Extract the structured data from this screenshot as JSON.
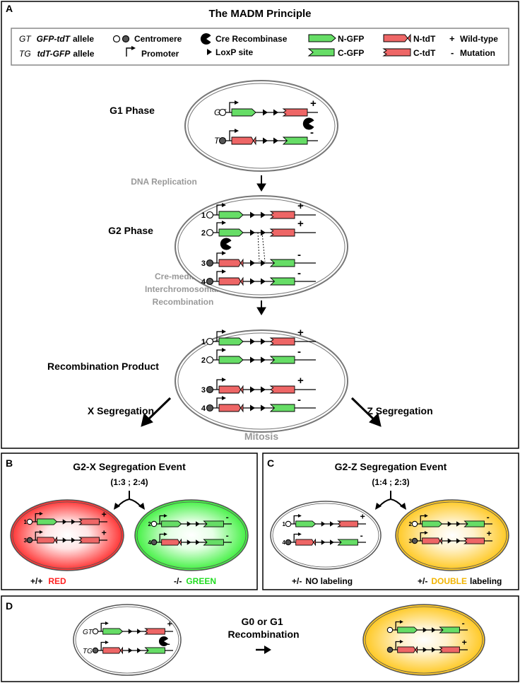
{
  "panels": {
    "a": {
      "letter": "A",
      "title": "The MADM Principle"
    },
    "b": {
      "letter": "B",
      "title": "G2-X Segregation Event",
      "subtitle": "(1:3 ; 2:4)"
    },
    "c": {
      "letter": "C",
      "title": "G2-Z Segregation Event",
      "subtitle": "(1:4 ; 2:3)"
    },
    "d": {
      "letter": "D",
      "label_line1": "G0 or G1",
      "label_line2": "Recombination"
    }
  },
  "legend": {
    "gt_abbr": "GT",
    "gt_name": "GFP-tdT",
    "gt_suffix": "allele",
    "tg_abbr": "TG",
    "tg_name": "tdT-GFP",
    "tg_suffix": "allele",
    "centromere": "Centromere",
    "promoter": "Promoter",
    "cre": "Cre Recombinase",
    "loxp": "LoxP site",
    "ngfp": "N-GFP",
    "cgfp": "C-GFP",
    "ntdt": "N-tdT",
    "ctdt": "C-tdT",
    "wt_sym": "+",
    "wt": "Wild-type",
    "mut_sym": "-",
    "mut": "Mutation"
  },
  "labels": {
    "g1": "G1 Phase",
    "dna_rep": "DNA Replication",
    "g2": "G2 Phase",
    "cre_line1": "Cre-mediated",
    "cre_line2": "Interchromosomal",
    "cre_line3": "Recombination",
    "product": "Recombination Product",
    "x_seg": "X Segregation",
    "z_seg": "Z Segregation",
    "mitosis": "Mitosis",
    "gt": "GT",
    "tg": "TG",
    "n1": "1",
    "n2": "2",
    "n3": "3",
    "n4": "4",
    "plus": "+",
    "minus": "-"
  },
  "outcomes": {
    "red_geno": "+/+",
    "red_word": "RED",
    "green_geno": "-/-",
    "green_word": "GREEN",
    "none_geno": "+/-",
    "none_word": "NO labeling",
    "double_geno": "+/-",
    "double_word": "DOUBLE",
    "double_suffix": "labeling"
  },
  "colors": {
    "green": "#66dd66",
    "red": "#ee6666",
    "red_cell": "#ff1010",
    "green_cell": "#22ee22",
    "gold": "#ffc000",
    "text_red": "#ff2020",
    "text_green": "#22dd22",
    "text_gold": "#f2b400",
    "gray_text": "#999999"
  }
}
